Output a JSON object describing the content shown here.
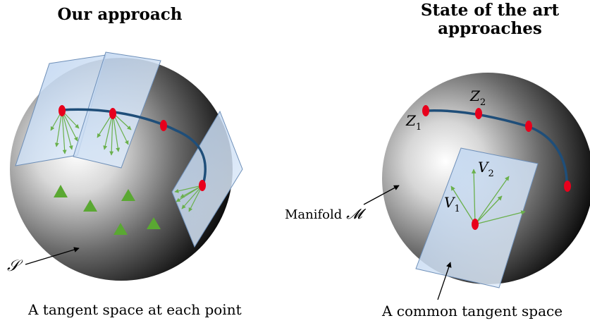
{
  "left_panel": {
    "title": "Our approach",
    "caption": "A tangent space at each point",
    "set_label": "𝒮"
  },
  "right_panel": {
    "title_line1": "State of the art",
    "title_line2": "approaches",
    "caption": "A common tangent space",
    "manifold_label": "Manifold",
    "manifold_symbol": "𝓜",
    "z1": "Z",
    "z1_sub": "1",
    "z2": "Z",
    "z2_sub": "2",
    "v1": "V",
    "v1_sub": "1",
    "v2": "V",
    "v2_sub": "2"
  },
  "colors": {
    "curve": "#1f4e79",
    "point": "#e8001c",
    "arrow": "#6ab04c",
    "triangle": "#5aa832",
    "plane_fill": "#c9dcf2",
    "plane_stroke": "#6e8fb8"
  }
}
